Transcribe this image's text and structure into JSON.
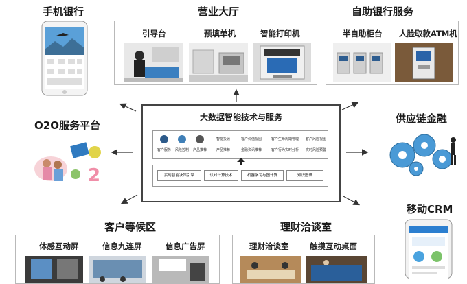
{
  "sections": {
    "mobile_bank": "手机银行",
    "lobby": "营业大厅",
    "self_service": "自助银行服务",
    "o2o": "O2O服务平台",
    "supply_chain": "供应链金融",
    "waiting_area": "客户等候区",
    "wealth_room": "理财洽谈室",
    "mobile_crm": "移动CRM"
  },
  "lobby_items": [
    "引导台",
    "预填单机",
    "智能打印机"
  ],
  "self_service_items": [
    "半自助柜台",
    "人脸取款ATM机"
  ],
  "waiting_items": [
    "体感互动屏",
    "信息九连屏",
    "信息广告屏"
  ],
  "wealth_items": [
    "理财洽谈室",
    "触摸互动桌面"
  ],
  "center": {
    "title": "大数据智能技术与服务",
    "icon_labels": [
      "客户服务",
      "风险控制",
      "产品推荐"
    ],
    "grid": [
      [
        "智能投顾",
        "客户价值视图",
        "客户生命周期管理",
        "客户风险视图"
      ],
      [
        "产品推荐",
        "金融资讯推荐",
        "客户行为实时分析",
        "实时风险预警"
      ]
    ],
    "tech": [
      "实时智能决策引擎",
      "认知计算技术",
      "机器学习与图计算",
      "知识图谱"
    ]
  },
  "colors": {
    "border": "#b9b9b9",
    "center_border": "#444444",
    "arrow": "#333333"
  }
}
